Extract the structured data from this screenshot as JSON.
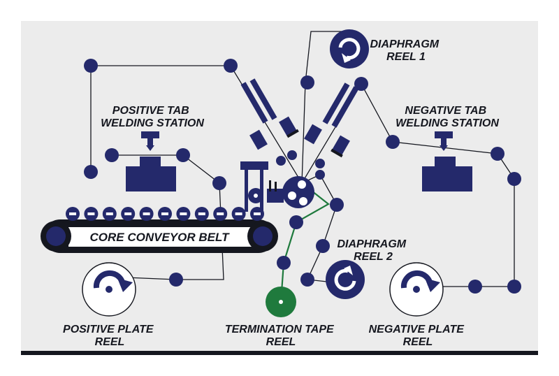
{
  "labels": {
    "diaphragm_reel_1": [
      "DIAPHRAGM",
      "REEL 1"
    ],
    "diaphragm_reel_2": [
      "DIAPHRAGM",
      "REEL 2"
    ],
    "positive_tab": [
      "POSITIVE TAB",
      "WELDING STATION"
    ],
    "negative_tab": [
      "NEGATIVE TAB",
      "WELDING STATION"
    ],
    "core_conveyor_belt": "CORE CONVEYOR BELT",
    "positive_plate_reel": [
      "POSITIVE PLATE",
      "REEL"
    ],
    "termination_tape_reel": [
      "TERMINATION TAPE",
      "REEL"
    ],
    "negative_plate_reel": [
      "NEGATIVE PLATE",
      "REEL"
    ]
  },
  "colors": {
    "background": "#ececec",
    "navy": "#24296b",
    "green": "#1f7a3d",
    "line": "#15171f",
    "white": "#ffffff"
  },
  "icons": {
    "rotate": "rotate-arrow-icon"
  }
}
